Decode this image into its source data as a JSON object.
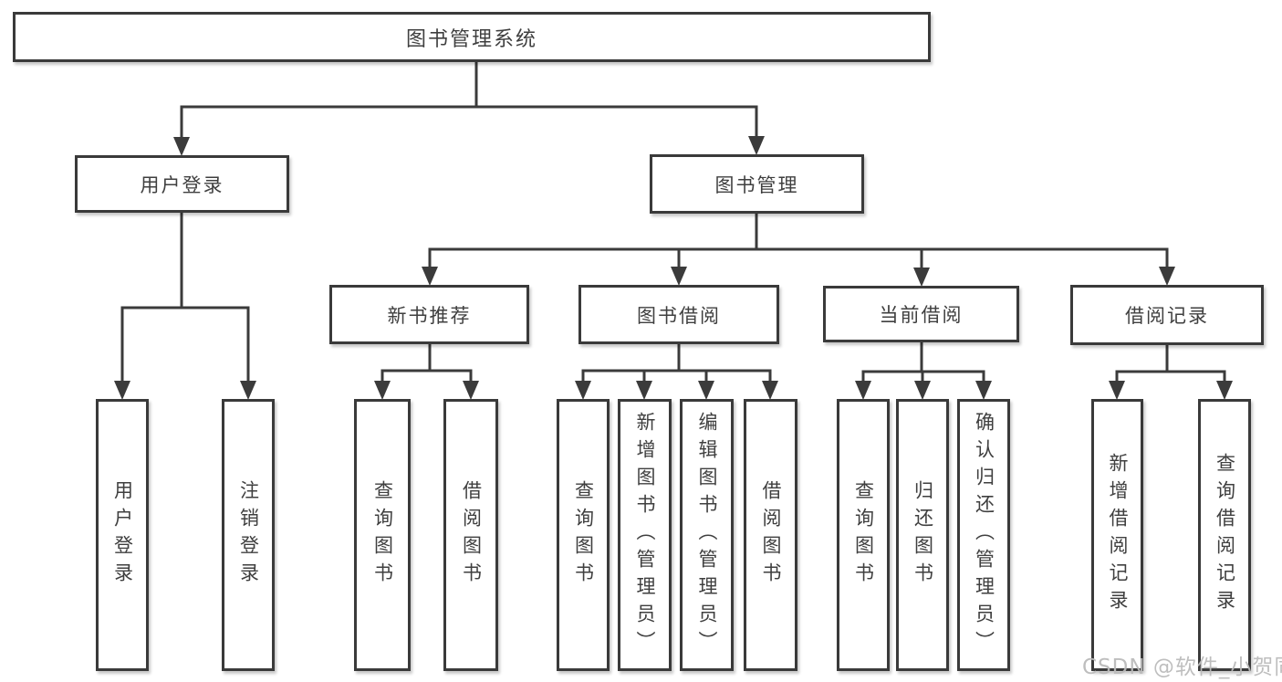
{
  "diagram": {
    "root": {
      "label": "图书管理系统",
      "children": [
        {
          "label": "用户登录",
          "children": [
            {
              "label": "用户登录"
            },
            {
              "label": "注销登录"
            }
          ]
        },
        {
          "label": "图书管理",
          "children": [
            {
              "label": "新书推荐",
              "children": [
                {
                  "label": "查询图书"
                },
                {
                  "label": "借阅图书"
                }
              ]
            },
            {
              "label": "图书借阅",
              "children": [
                {
                  "label": "查询图书"
                },
                {
                  "label": "新增图书（管理员）"
                },
                {
                  "label": "编辑图书（管理员）"
                },
                {
                  "label": "借阅图书"
                }
              ]
            },
            {
              "label": "当前借阅",
              "children": [
                {
                  "label": "查询图书"
                },
                {
                  "label": "归还图书"
                },
                {
                  "label": "确认归还（管理员）"
                }
              ]
            },
            {
              "label": "借阅记录",
              "children": [
                {
                  "label": "新增借阅记录"
                },
                {
                  "label": "查询借阅记录"
                }
              ]
            }
          ]
        }
      ]
    }
  },
  "watermark": {
    "text": "CSDN @软件_小贺同学"
  },
  "colors": {
    "line": "#3b3b3b",
    "box_border": "#3a3a3a",
    "text": "#3f3f3f",
    "watermark": "#bababa",
    "background": "#ffffff"
  }
}
